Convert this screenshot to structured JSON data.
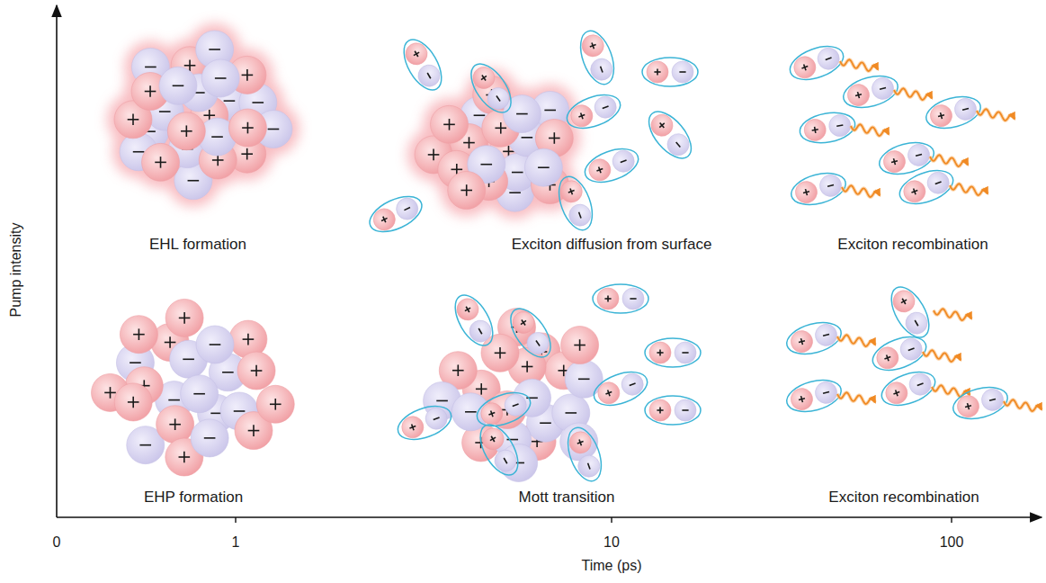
{
  "diagram": {
    "labels": [
      "Pump intensity",
      "Time (ps)",
      "0",
      "1",
      "10",
      "100",
      "EHL formation",
      "Exciton diffusion from surface",
      "Exciton recombination",
      "EHP formation",
      "Mott transition",
      "Exciton recombination"
    ]
  }
}
